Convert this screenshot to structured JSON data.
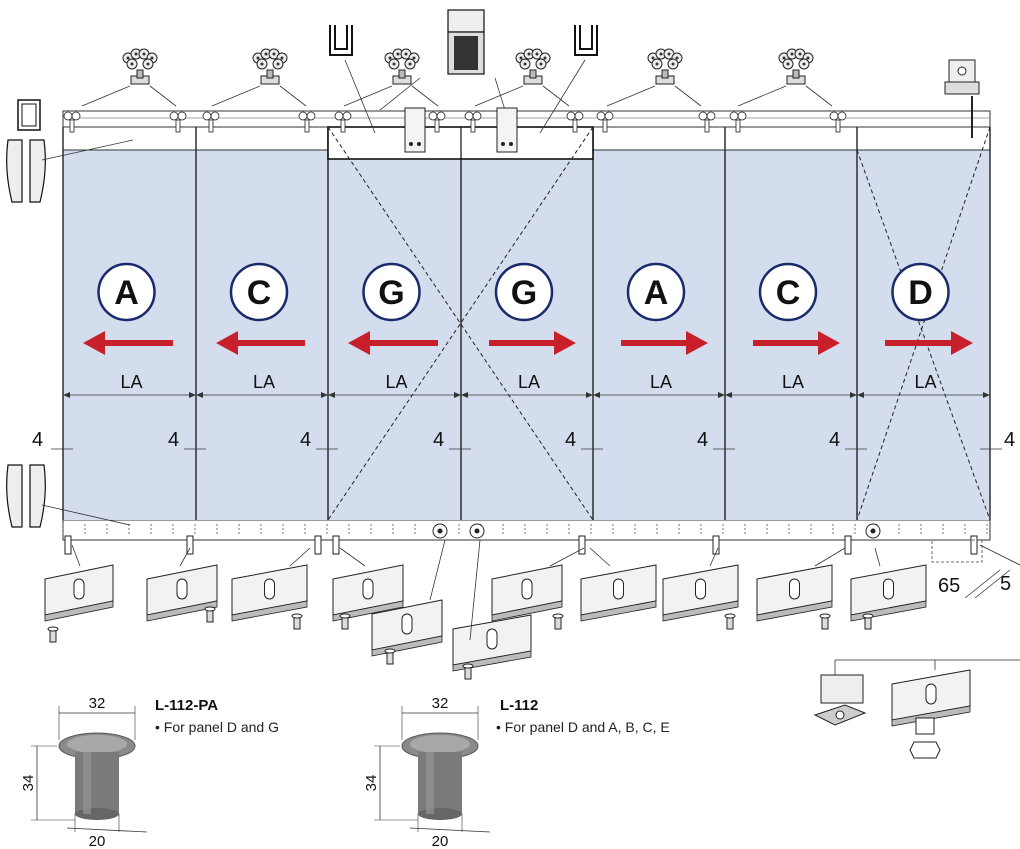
{
  "colors": {
    "glass": "#d3ddee",
    "arrow": "#c8202a",
    "outline": "#1a2a6a",
    "line": "#333333"
  },
  "panels": [
    {
      "letter": "A",
      "direction": "left",
      "width_label": "LA",
      "gap_label": "4"
    },
    {
      "letter": "C",
      "direction": "left",
      "width_label": "LA",
      "gap_label": "4"
    },
    {
      "letter": "G",
      "direction": "left",
      "width_label": "LA",
      "gap_label": "4"
    },
    {
      "letter": "G",
      "direction": "right",
      "width_label": "LA",
      "gap_label": "4"
    },
    {
      "letter": "A",
      "direction": "right",
      "width_label": "LA",
      "gap_label": "4"
    },
    {
      "letter": "C",
      "direction": "right",
      "width_label": "LA",
      "gap_label": "4"
    },
    {
      "letter": "D",
      "direction": "right",
      "width_label": "LA",
      "gap_label": "4"
    }
  ],
  "right_gap_label": "4",
  "floor_dims": {
    "a": "65",
    "b": "5"
  },
  "parts": [
    {
      "code": "L-112-PA",
      "desc": "• For panel D and G",
      "top_dim": "32",
      "height_dim": "34",
      "bottom_dim": "20"
    },
    {
      "code": "L-112",
      "desc": "• For panel D and A, B, C, E",
      "top_dim": "32",
      "height_dim": "34",
      "bottom_dim": "20"
    }
  ]
}
